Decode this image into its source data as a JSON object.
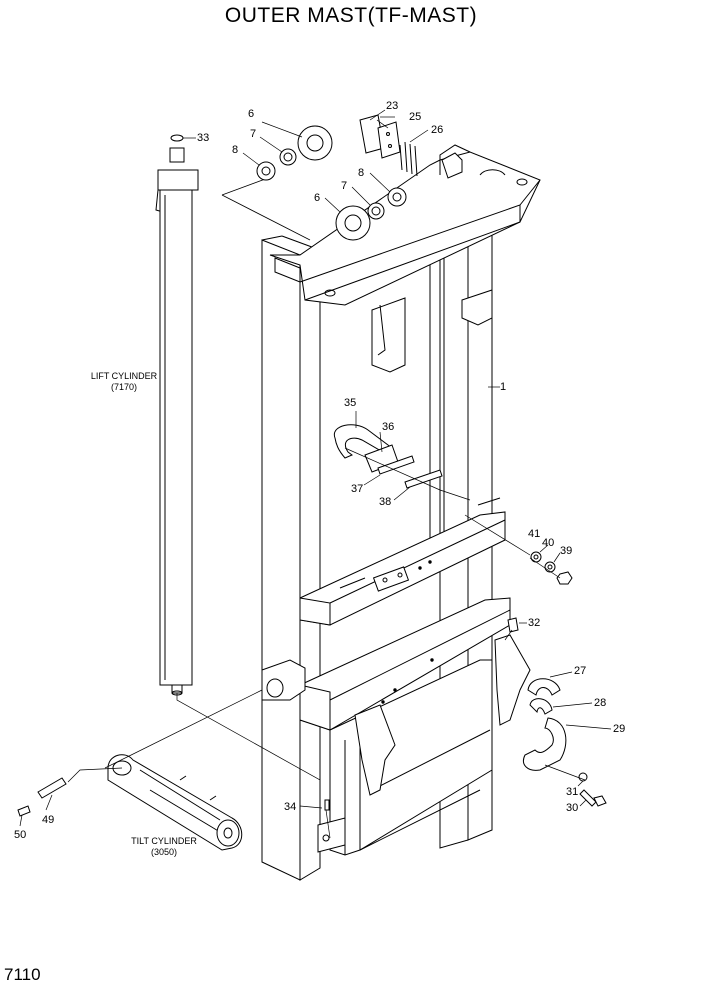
{
  "title": "OUTER MAST(TF-MAST)",
  "page_number": "7110",
  "notes": {
    "lift_cylinder": [
      "LIFT CYLINDER",
      "(7170)"
    ],
    "tilt_cylinder": [
      "TILT CYLINDER",
      "(3050)"
    ]
  },
  "callouts": {
    "c1": "1",
    "c6a": "6",
    "c6b": "6",
    "c7a": "7",
    "c7b": "7",
    "c8a": "8",
    "c8b": "8",
    "c23": "23",
    "c25": "25",
    "c26": "26",
    "c27": "27",
    "c28": "28",
    "c29": "29",
    "c30": "30",
    "c31": "31",
    "c32": "32",
    "c33": "33",
    "c34": "34",
    "c35": "35",
    "c36": "36",
    "c37": "37",
    "c38": "38",
    "c39": "39",
    "c40": "40",
    "c41": "41",
    "c49": "49",
    "c50": "50"
  }
}
